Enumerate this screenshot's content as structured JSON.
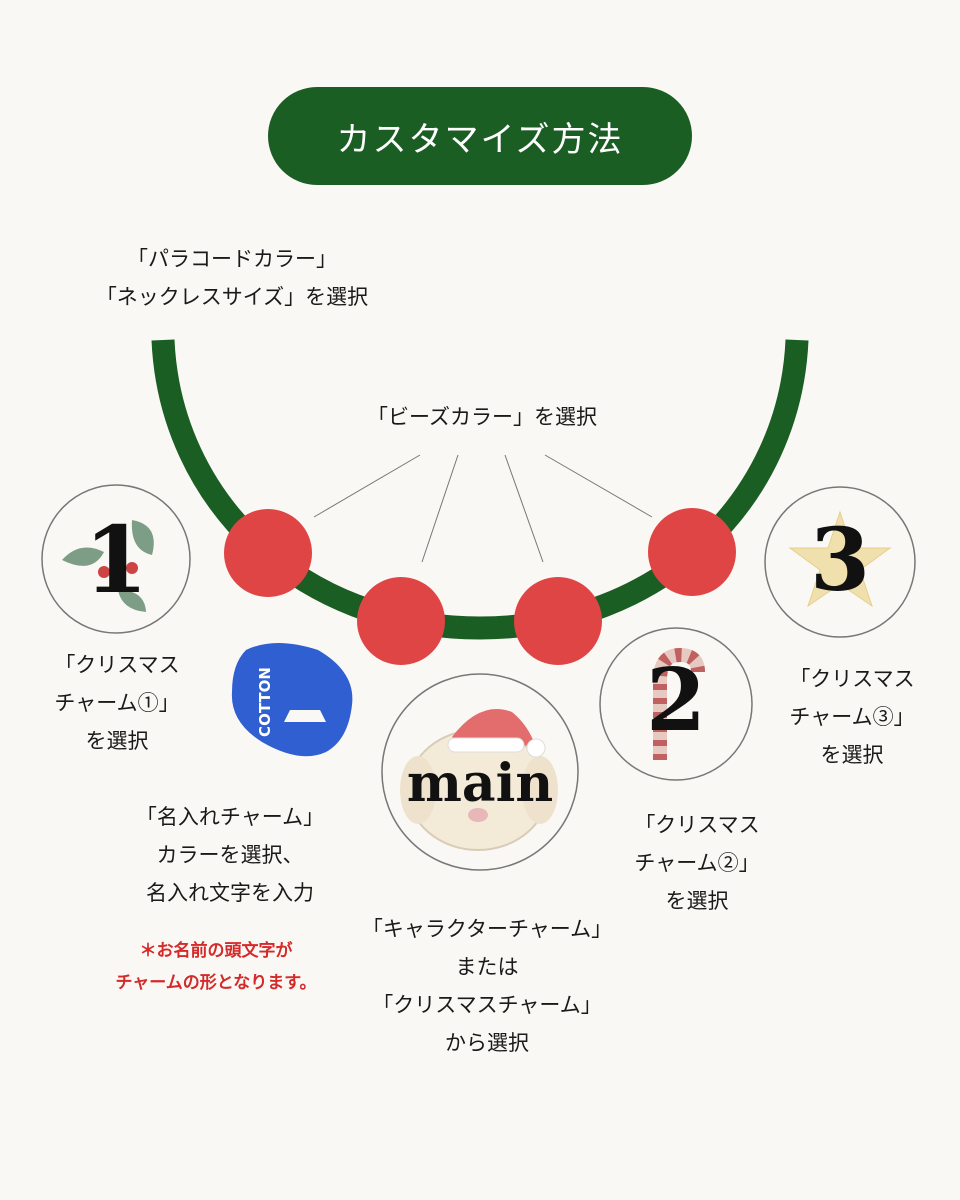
{
  "title": "カスタマイズ方法",
  "steps": {
    "paracord": {
      "line1": "「パラコードカラー」",
      "line2": "「ネックレスサイズ」を選択"
    },
    "beads": {
      "line1": "「ビーズカラー」を選択"
    },
    "charm1": {
      "badge": "1",
      "line1": "「クリスマス",
      "line2": "チャーム①」",
      "line3": "を選択"
    },
    "charm2": {
      "badge": "2",
      "line1": "「クリスマス",
      "line2": "チャーム②」",
      "line3": "を選択"
    },
    "charm3": {
      "badge": "3",
      "line1": "「クリスマス",
      "line2": "チャーム③」",
      "line3": "を選択"
    },
    "name_charm": {
      "tag_text": "COTTON",
      "line1": "「名入れチャーム」",
      "line2": "カラーを選択、",
      "line3": "名入れ文字を入力",
      "note1": "＊お名前の頭文字が",
      "note2": "チャームの形となります。"
    },
    "main": {
      "badge": "main",
      "line1": "「キャラクターチャーム」",
      "line2": "または",
      "line3": "「クリスマスチャーム」",
      "line4": "から選択"
    }
  },
  "colors": {
    "background": "#faf8f4",
    "cord": "#1b5e24",
    "bead": "#e04545",
    "name_charm": "#2f5fd0",
    "note": "#d42a2a"
  }
}
